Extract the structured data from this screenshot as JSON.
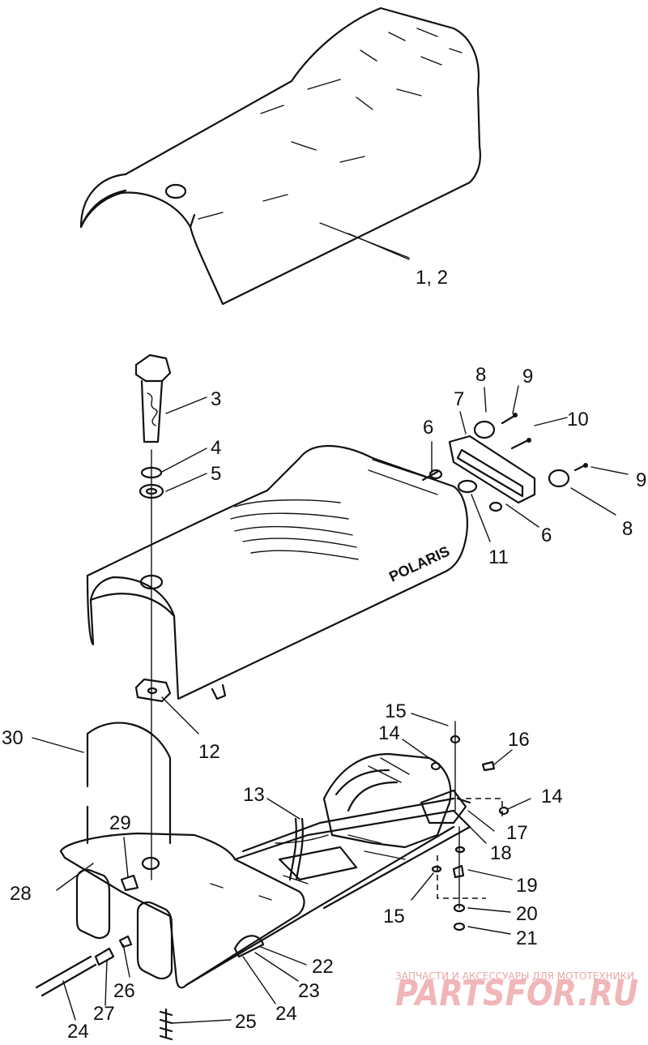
{
  "callouts": [
    {
      "id": "c1",
      "text": "1, 2"
    },
    {
      "id": "c3",
      "text": "3"
    },
    {
      "id": "c4",
      "text": "4"
    },
    {
      "id": "c5",
      "text": "5"
    },
    {
      "id": "c6a",
      "text": "6"
    },
    {
      "id": "c6b",
      "text": "6"
    },
    {
      "id": "c7",
      "text": "7"
    },
    {
      "id": "c8a",
      "text": "8"
    },
    {
      "id": "c8b",
      "text": "8"
    },
    {
      "id": "c9a",
      "text": "9"
    },
    {
      "id": "c9b",
      "text": "9"
    },
    {
      "id": "c10",
      "text": "10"
    },
    {
      "id": "c11",
      "text": "11"
    },
    {
      "id": "c12",
      "text": "12"
    },
    {
      "id": "c13",
      "text": "13"
    },
    {
      "id": "c14a",
      "text": "14"
    },
    {
      "id": "c14b",
      "text": "14"
    },
    {
      "id": "c15a",
      "text": "15"
    },
    {
      "id": "c15b",
      "text": "15"
    },
    {
      "id": "c16",
      "text": "16"
    },
    {
      "id": "c17",
      "text": "17"
    },
    {
      "id": "c18",
      "text": "18"
    },
    {
      "id": "c19",
      "text": "19"
    },
    {
      "id": "c20",
      "text": "20"
    },
    {
      "id": "c21",
      "text": "21"
    },
    {
      "id": "c22",
      "text": "22"
    },
    {
      "id": "c23",
      "text": "23"
    },
    {
      "id": "c24a",
      "text": "24"
    },
    {
      "id": "c24b",
      "text": "24"
    },
    {
      "id": "c25",
      "text": "25"
    },
    {
      "id": "c26",
      "text": "26"
    },
    {
      "id": "c27",
      "text": "27"
    },
    {
      "id": "c28",
      "text": "28"
    },
    {
      "id": "c29",
      "text": "29"
    },
    {
      "id": "c30",
      "text": "30"
    }
  ],
  "seat_brand": "POLARIS",
  "watermark": {
    "tagline": "ЗАПЧАСТИ И АКСЕССУАРЫ ДЛЯ МОТОТЕХНИКИ",
    "logo": "PARTSFOR.RU"
  },
  "colors": {
    "line": "#111111",
    "background": "#ffffff",
    "watermark": "#f0b6b8"
  }
}
